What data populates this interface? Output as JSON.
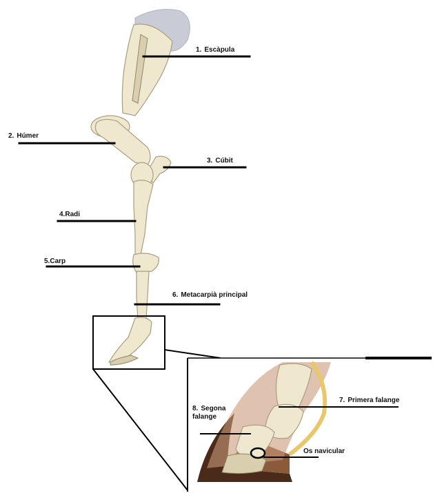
{
  "labels": {
    "l1": {
      "num": "1.",
      "text": "Escàpula"
    },
    "l2": {
      "num": "2.",
      "text": "Húmer"
    },
    "l3": {
      "num": "3.",
      "text": "Cúbit"
    },
    "l4": {
      "num": "4.",
      "text": "Radi"
    },
    "l5": {
      "num": "5.",
      "text": "Carp"
    },
    "l6": {
      "num": "6.",
      "text": "Metacarpià principal"
    },
    "l7": {
      "num": "7.",
      "text": "Primera falange"
    },
    "l8": {
      "num": "8.",
      "text": "Segona falange"
    },
    "l9": {
      "num": "",
      "text": "Os navicular"
    }
  },
  "colors": {
    "bone": "#efe8cf",
    "cartilage": "#c9ccd6",
    "hoof": "#4a2a18",
    "hoof_inner": "#8a5a3a",
    "tendon": "#e8c86a",
    "leader": "#000000"
  },
  "icons": [
    "leg-skeleton-illustration",
    "hoof-cross-section-illustration"
  ]
}
